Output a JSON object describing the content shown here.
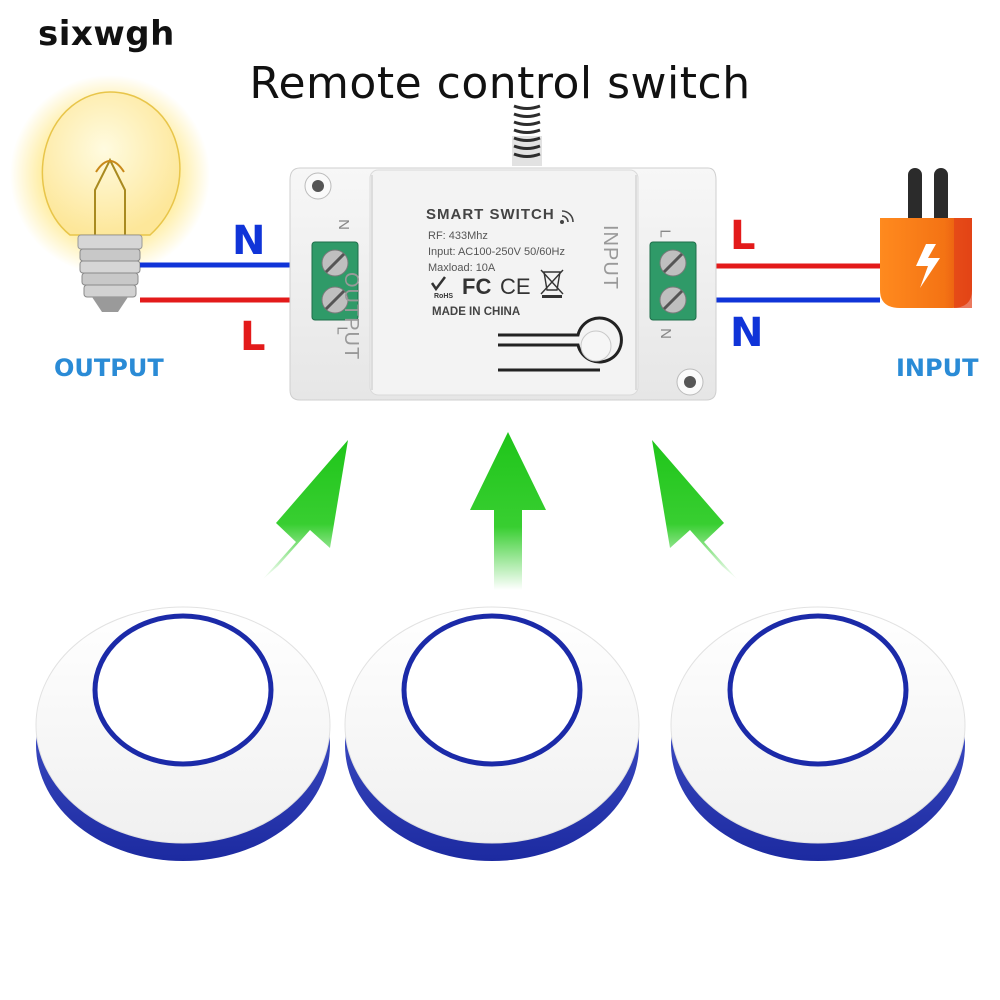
{
  "brand": "sixwgh",
  "title": "Remote control switch",
  "left_side": {
    "label": "OUTPUT",
    "wire_top": "N",
    "wire_bottom": "L"
  },
  "right_side": {
    "label": "INPUT",
    "wire_top": "L",
    "wire_bottom": "N"
  },
  "relay": {
    "brand_line": "SMART SWITCH",
    "spec_rf": "RF: 433Mhz",
    "spec_input": "Input: AC100-250V 50/60Hz",
    "spec_load": "Maxload: 10A",
    "made_in": "MADE IN CHINA",
    "cert_fc": "FC",
    "cert_ce": "CE",
    "cert_rohs": "RoHS",
    "output_side_text": "OUTPUT",
    "input_side_text": "INPUT",
    "terminal_left_top": "N",
    "terminal_left_bottom": "L",
    "terminal_right_top": "L",
    "terminal_right_bottom": "N"
  },
  "colors": {
    "neutral_wire": "#1034d8",
    "live_wire": "#e31a1a",
    "arrow": "#22c91a",
    "side_label": "#2a8bd6",
    "remote_ring": "#1b2aa8"
  },
  "icons": [
    "light-bulb-icon",
    "power-plug-icon",
    "wifi-signal-icon",
    "antenna-icon"
  ]
}
